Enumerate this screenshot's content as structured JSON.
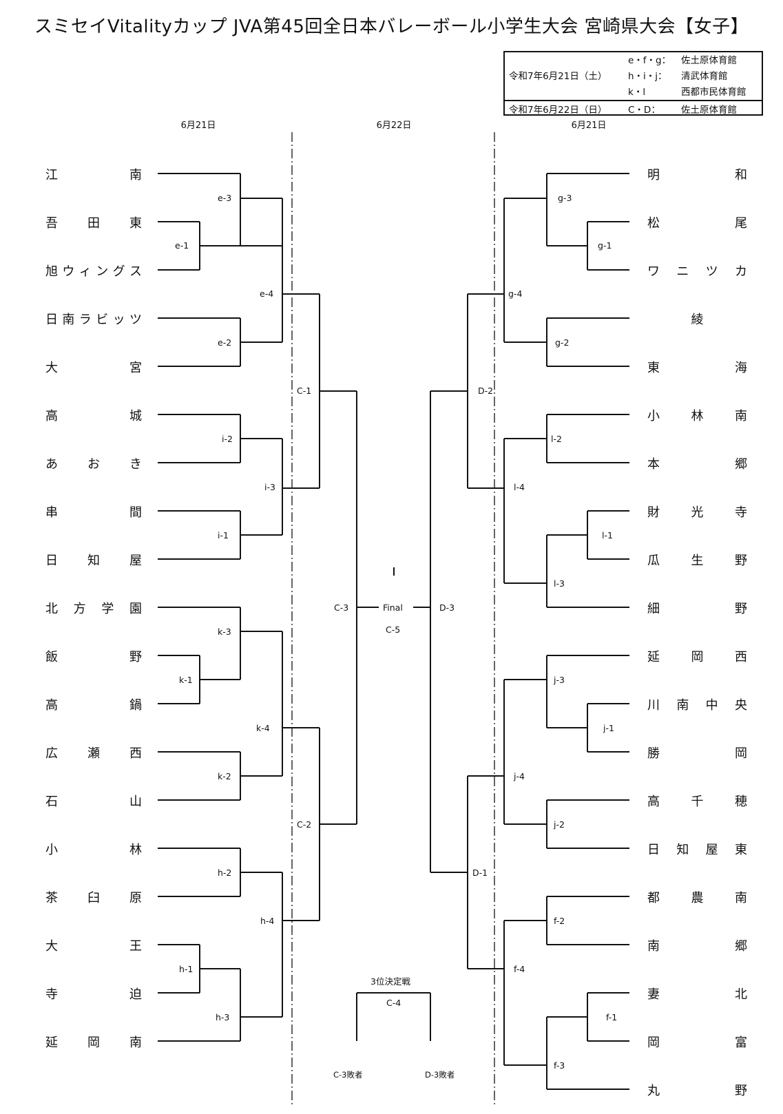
{
  "title": "スミセイVitalityカップ JVA第45回全日本バレーボール小学生大会 宮崎県大会【女子】",
  "info": {
    "day1": "令和7年6月21日（土）",
    "day2": "令和7年6月22日（日）",
    "rows": [
      {
        "code": "e・f・g：",
        "venue": "佐土原体育館"
      },
      {
        "code": "h・i・j：",
        "venue": "清武体育館"
      },
      {
        "code": "k・l",
        "venue": "西都市民体育館"
      },
      {
        "code": "C・D：",
        "venue": "佐土原体育館"
      }
    ]
  },
  "dates": {
    "left": "6月21日",
    "center": "6月22日",
    "right": "6月21日"
  },
  "left_teams": [
    "江南",
    "吾田東",
    "旭ウィングス",
    "日南ラビッツ",
    "大宮",
    "高城",
    "あおき",
    "串間",
    "日知屋",
    "北方学園",
    "飯野",
    "高鍋",
    "広瀬西",
    "石山",
    "小林",
    "茶臼原",
    "大王",
    "寺迫",
    "延岡南"
  ],
  "right_teams": [
    "明和",
    "松尾",
    "ワニツカ",
    "綾",
    "東海",
    "小林南",
    "本郷",
    "財光寺",
    "瓜生野",
    "細野",
    "延岡西",
    "川南中央",
    "勝岡",
    "高千穂",
    "日知屋東",
    "都農南",
    "南郷",
    "妻北",
    "岡富",
    "丸野"
  ],
  "left_codes": [
    "e-3",
    "e-1",
    "e-4",
    "e-2",
    "C-1",
    "i-2",
    "i-3",
    "i-1",
    "C-3",
    "k-3",
    "k-1",
    "k-4",
    "k-2",
    "C-2",
    "h-2",
    "h-4",
    "h-1",
    "h-3"
  ],
  "right_codes": [
    "g-3",
    "g-1",
    "g-4",
    "g-2",
    "D-2",
    "l-2",
    "l-4",
    "l-1",
    "l-3",
    "D-3",
    "j-3",
    "j-1",
    "j-4",
    "j-2",
    "D-1",
    "f-2",
    "f-4",
    "f-1",
    "f-3"
  ],
  "final": {
    "label": "Final",
    "code": "C-5"
  },
  "third": {
    "title": "3位決定戦",
    "code": "C-4",
    "left": "C-3敗者",
    "right": "D-3敗者"
  }
}
